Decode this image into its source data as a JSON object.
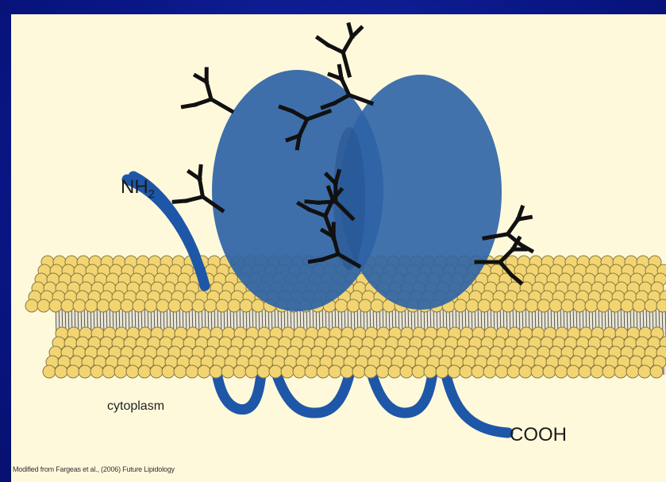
{
  "labels": {
    "n_terminus": "NH",
    "n_terminus_sub": "2",
    "cytoplasm": "cytoplasm",
    "c_terminus": "COOH",
    "credit": "Modified from Fargeas et al., (2006) Future Lipidology"
  },
  "colors": {
    "frame": "#0a1788",
    "panel": "#fff9dc",
    "protein": "#2e63a6",
    "protein_chain": "#1e57a8",
    "lipid_head": "#f2d572",
    "lipid_outline": "#8a7a40",
    "glycan": "#111111"
  }
}
